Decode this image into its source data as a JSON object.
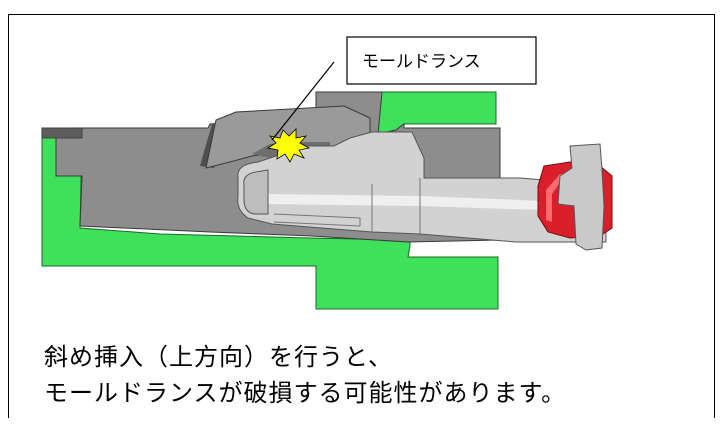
{
  "callout": {
    "label": "モールドランス"
  },
  "caption": {
    "line1": "斜め挿入（上方向）を行うと、",
    "line2": "モールドランスが破損する可能性があります。"
  },
  "colors": {
    "housing_green": "#3fe05a",
    "part_gray": "#8c8c8c",
    "terminal_silver": "#cfcfcf",
    "seal_red": "#d81f2a",
    "spark_yellow": "#ffff00"
  },
  "icons": {
    "damage": "spark-burst-icon"
  }
}
